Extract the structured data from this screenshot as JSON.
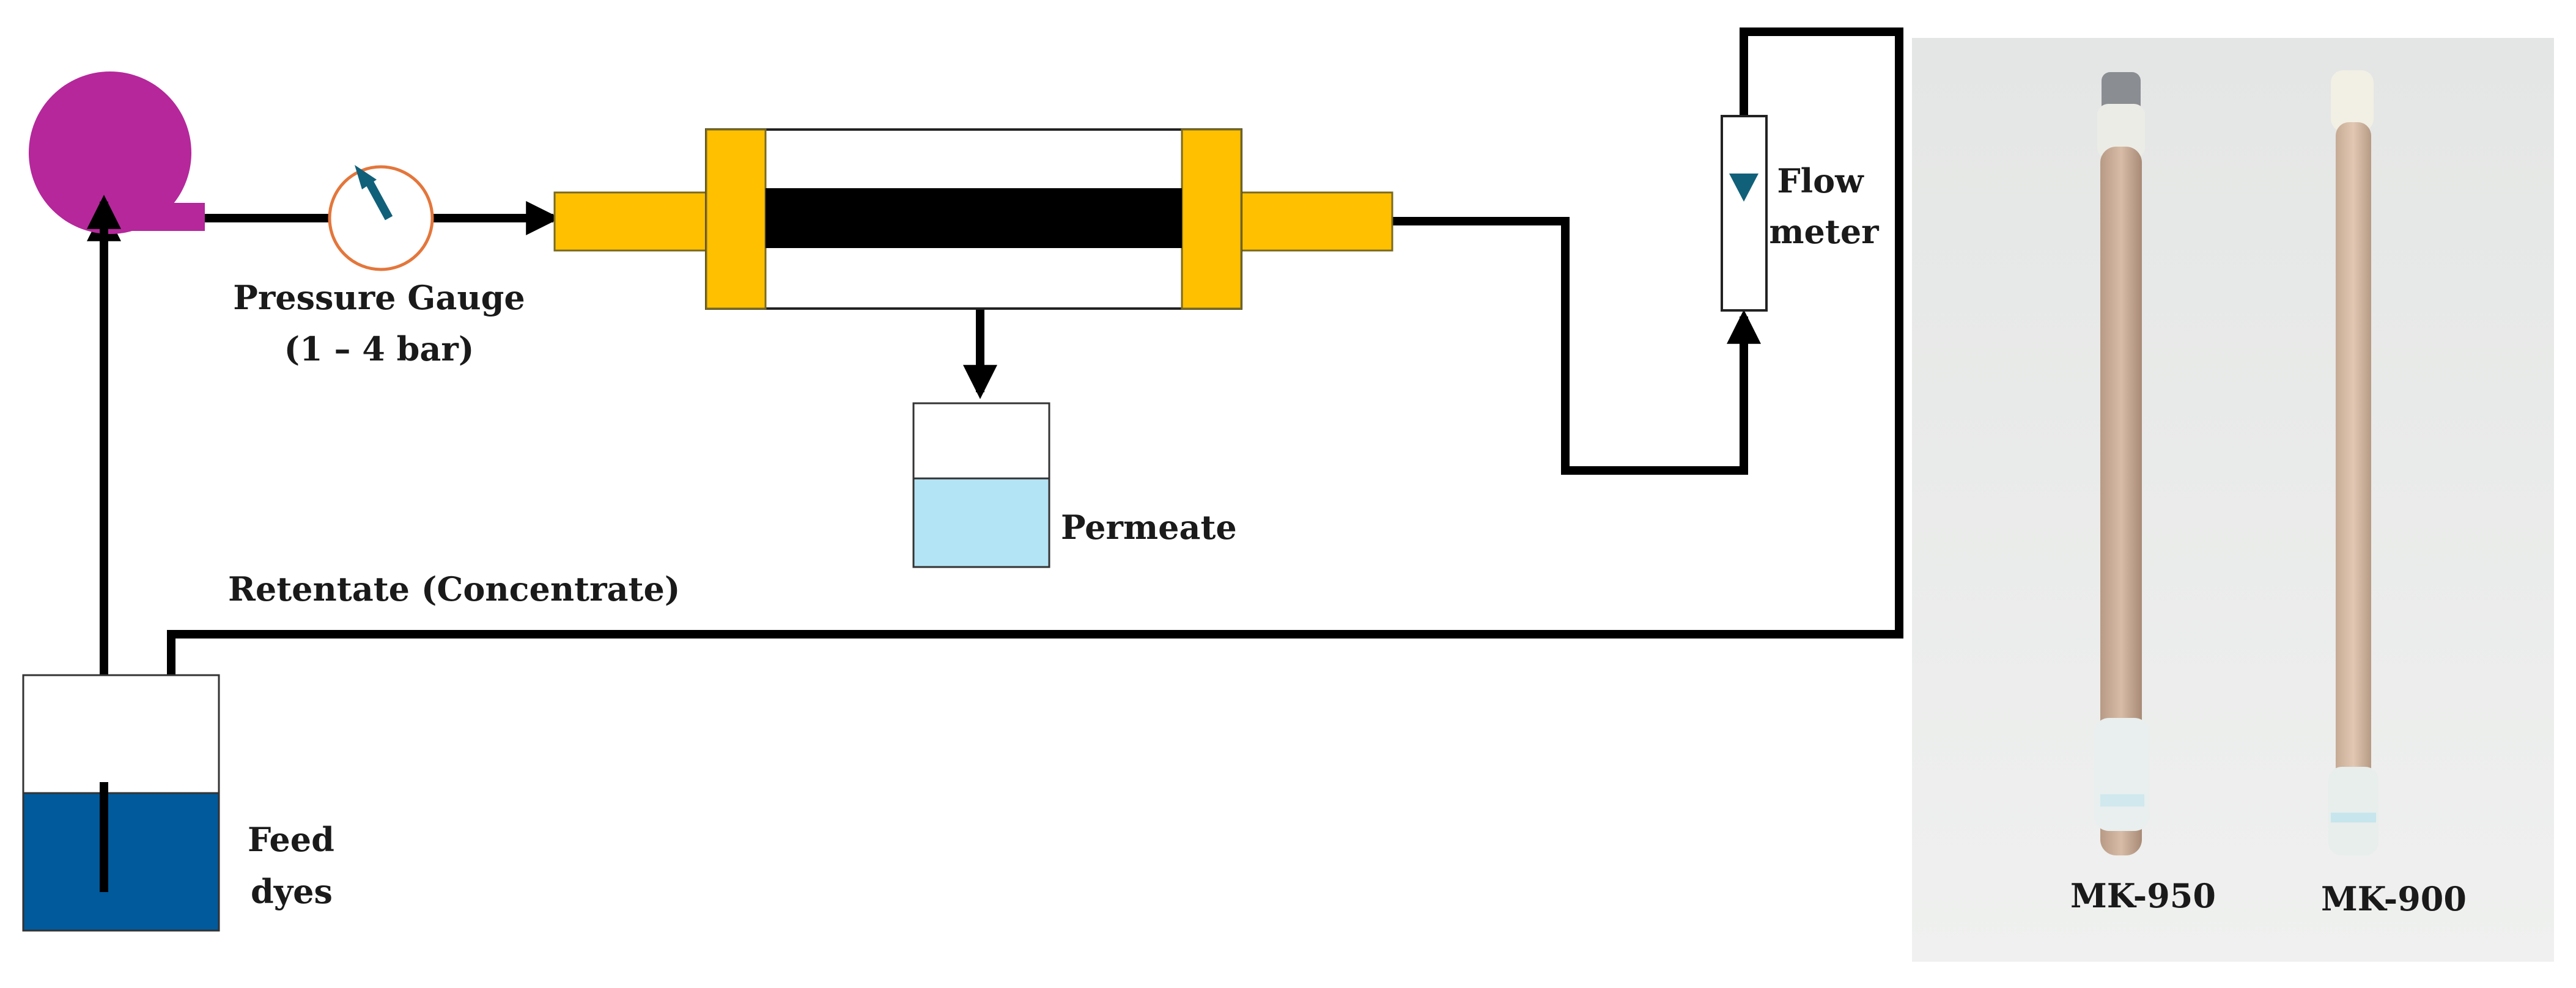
{
  "diagram": {
    "labels": {
      "pressure_gauge": "Pressure Gauge",
      "pressure_range": "(1 – 4 bar)",
      "permeate": "Permeate",
      "retentate": "Retentate (Concentrate)",
      "feed_line1": "Feed",
      "feed_line2": "dyes",
      "flow_line1": "Flow",
      "flow_line2": "meter"
    },
    "colors": {
      "pump": "#b5279b",
      "gauge_ring": "#e4763b",
      "gauge_needle": "#11607a",
      "membrane_fitting": "#ffc000",
      "membrane_core": "#000000",
      "permeate_liquid": "#b3e4f5",
      "feed_liquid": "#005a9c",
      "flow_marker": "#11607a",
      "pipe": "#000000"
    },
    "icons": [
      "pump-icon",
      "pressure-gauge-icon",
      "membrane-module-icon",
      "flow-meter-icon",
      "beaker-icon"
    ]
  },
  "photo": {
    "tube_labels": [
      "MK-950",
      "MK-900"
    ]
  }
}
